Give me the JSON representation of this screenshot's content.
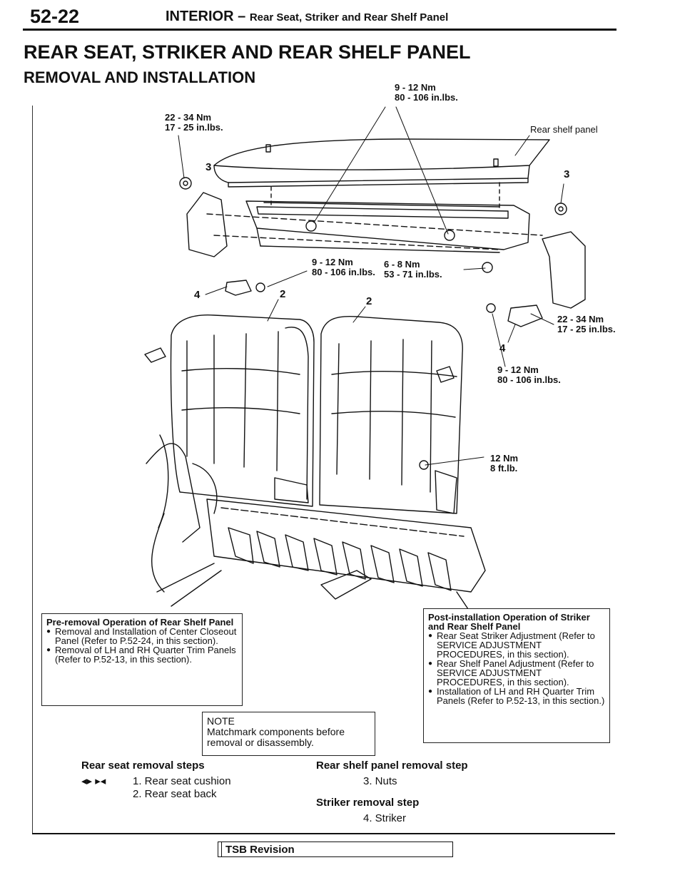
{
  "header": {
    "page_number": "52-22",
    "section": "INTERIOR –",
    "subsection": "Rear Seat, Striker and Rear Shelf Panel"
  },
  "title": "REAR SEAT, STRIKER AND REAR SHELF PANEL",
  "subtitle": "REMOVAL AND INSTALLATION",
  "diagram": {
    "callouts": {
      "torque_top_center": [
        "9 - 12 Nm",
        "80 - 106 in.lbs."
      ],
      "torque_top_left": [
        "22 - 34 Nm",
        "17 - 25 in.lbs."
      ],
      "rear_shelf_panel": "Rear shelf panel",
      "torque_mid_left": [
        "9 - 12 Nm",
        "80 - 106 in.lbs."
      ],
      "torque_mid_center": [
        "6 - 8 Nm",
        "53 - 71 in.lbs."
      ],
      "torque_right_upper": [
        "22 - 34 Nm",
        "17 - 25 in.lbs."
      ],
      "torque_right_lower": [
        "9 - 12 Nm",
        "80 - 106 in.lbs."
      ],
      "torque_seat_bolt": [
        "12 Nm",
        "8 ft.lb."
      ]
    },
    "part_numbers": {
      "left_nut": "3",
      "right_nut": "3",
      "left_striker": "4",
      "right_striker": "4",
      "seat_back_left": "2",
      "seat_back_right": "2"
    }
  },
  "pre_removal": {
    "title": "Pre-removal Operation of Rear Shelf Panel",
    "items": [
      "Removal and Installation of Center Closeout Panel (Refer to P.52-24, in this section).",
      "Removal of LH and RH Quarter Trim Panels (Refer to P.52-13, in this section)."
    ]
  },
  "post_installation": {
    "title": "Post-installation Operation of Striker and Rear Shelf Panel",
    "items": [
      "Rear Seat Striker Adjustment (Refer to SERVICE ADJUSTMENT PROCEDURES, in this section).",
      "Rear Shelf Panel Adjustment (Refer to SERVICE ADJUSTMENT PROCEDURES, in this section).",
      "Installation of LH and RH Quarter Trim Panels (Refer to P.52-13, in this section.)"
    ]
  },
  "note": {
    "label": "NOTE",
    "text": "Matchmark components before removal or disassembly."
  },
  "steps": {
    "rear_seat_heading": "Rear seat removal steps",
    "rear_seat_marks": "◂▸ ▸◂",
    "rear_seat_items": [
      "1.  Rear seat cushion",
      "2.  Rear seat back"
    ],
    "shelf_heading": "Rear shelf panel removal step",
    "shelf_items": [
      "3.  Nuts"
    ],
    "striker_heading": "Striker removal step",
    "striker_items": [
      "4.  Striker"
    ]
  },
  "footer": {
    "tsb_label": "TSB Revision"
  }
}
